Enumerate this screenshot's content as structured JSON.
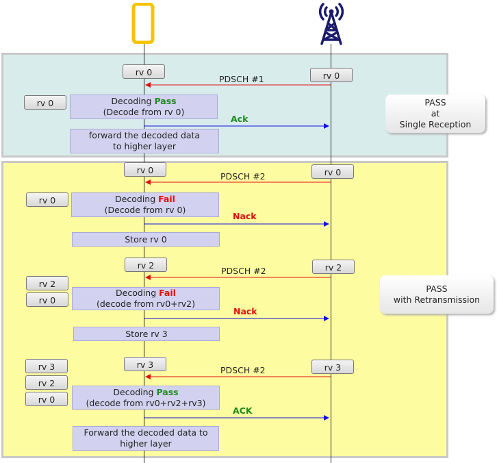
{
  "actors": {
    "ue": {
      "icon": "smartphone-icon",
      "color": "#f5c400"
    },
    "gnb": {
      "icon": "cell-tower-icon",
      "color": "#1a1a6e"
    }
  },
  "panels": {
    "single": {
      "note_line1": "PASS",
      "note_line2": "at",
      "note_line3": "Single Reception"
    },
    "retx": {
      "note_line1": "PASS",
      "note_line2": "with Retransmission"
    }
  },
  "flow1": {
    "ue_rv": "rv 0",
    "gnb_rv": "rv 0",
    "pdsch": "PDSCH #1",
    "buffer": [
      "rv 0"
    ],
    "decode_prefix": "Decoding ",
    "decode_result": "Pass",
    "decode_detail": "(Decode from rv 0)",
    "feedback": "Ack",
    "action_line1": "forward the decoded data",
    "action_line2": "to higher layer"
  },
  "flow2": {
    "ue_rv": "rv 0",
    "gnb_rv": "rv 0",
    "pdsch": "PDSCH #2",
    "buffer": [
      "rv 0"
    ],
    "decode_prefix": "Decoding ",
    "decode_result": "Fail",
    "decode_detail": "(Decode from rv 0)",
    "feedback": "Nack",
    "action": "Store rv 0"
  },
  "flow3": {
    "ue_rv": "rv 2",
    "gnb_rv": "rv 2",
    "pdsch": "PDSCH #2",
    "buffer": [
      "rv 2",
      "rv 0"
    ],
    "decode_prefix": "Decoding ",
    "decode_result": "Fail",
    "decode_detail": "(decode from rv0+rv2)",
    "feedback": "Nack",
    "action": "Store rv 3"
  },
  "flow4": {
    "ue_rv": "rv 3",
    "gnb_rv": "rv 3",
    "pdsch": "PDSCH #2",
    "buffer": [
      "rv 3",
      "rv 2",
      "rv 0"
    ],
    "decode_prefix": "Decoding ",
    "decode_result": "Pass",
    "decode_detail": "(decode from rv0+rv2+rv3)",
    "feedback": "ACK",
    "action_line1": "Forward the decoded data to",
    "action_line2": "higher layer"
  },
  "colors": {
    "data_arrow": "#e01010",
    "feedback_arrow": "#1010e0",
    "pass": "#1f8a1f",
    "fail": "#e01010"
  }
}
